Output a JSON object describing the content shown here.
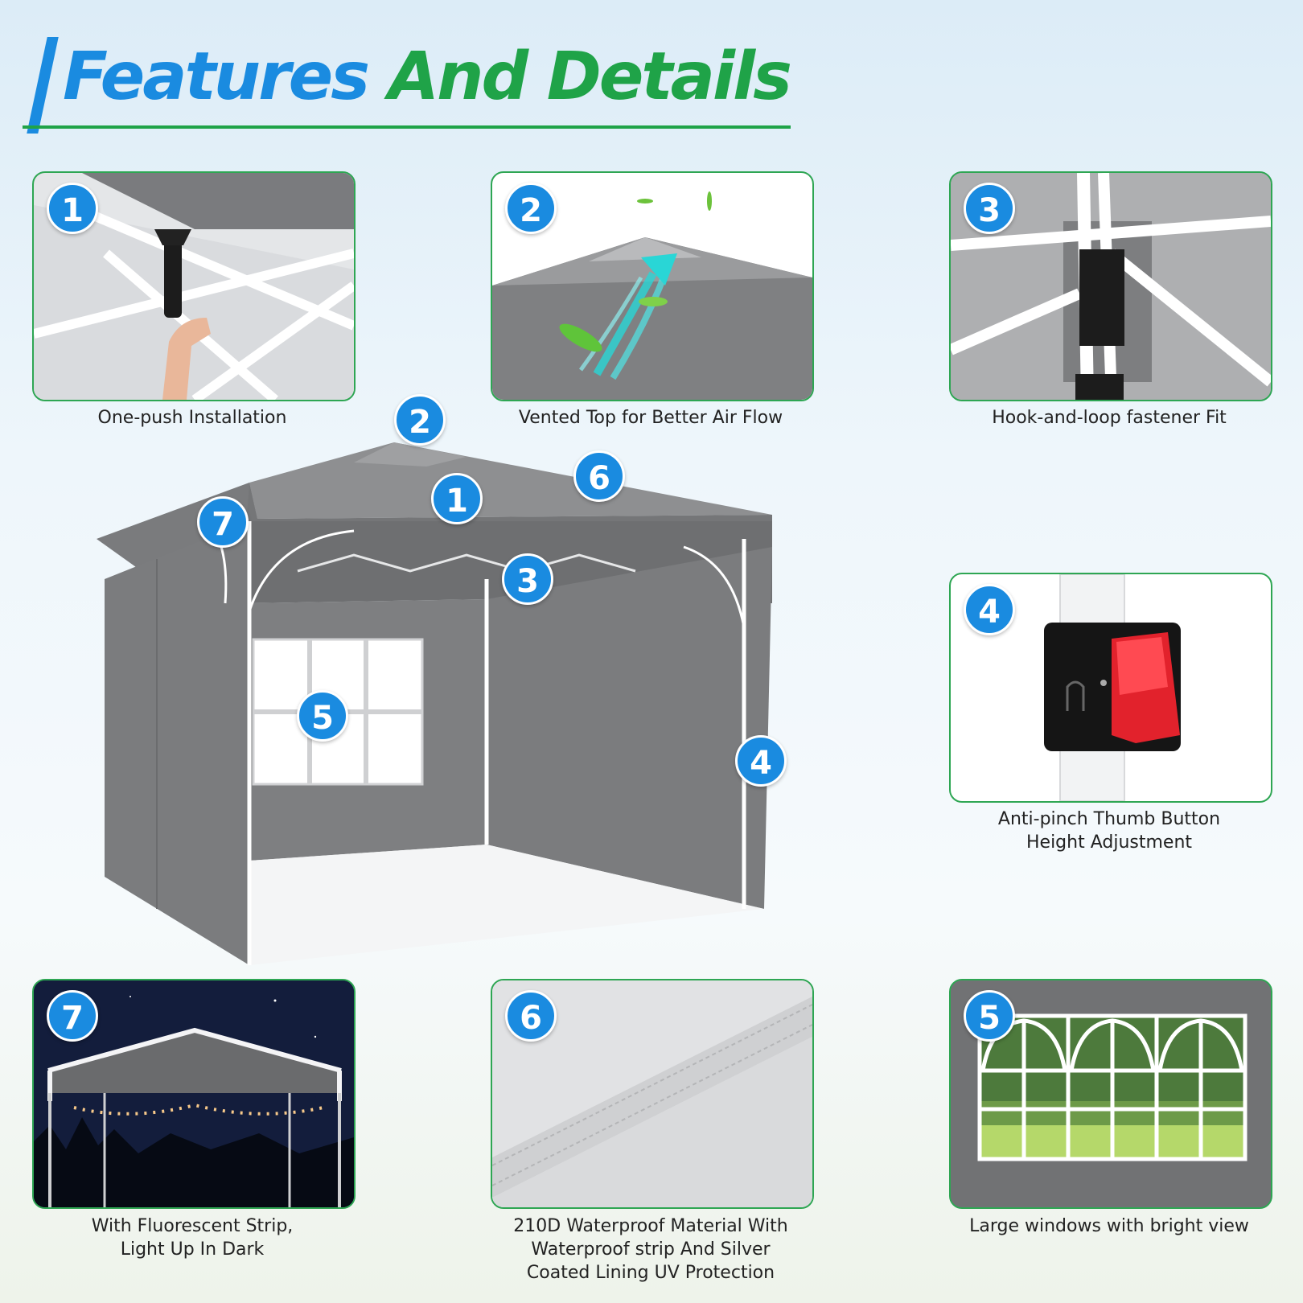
{
  "title": {
    "part1": "Features",
    "part2": "And Details"
  },
  "colors": {
    "accent_blue": "#1a8be0",
    "accent_green": "#1fa348",
    "tent_gray": "#7b7c7e"
  },
  "features": [
    {
      "number": "1",
      "caption_line1": "One-push Installation",
      "caption_line2": ""
    },
    {
      "number": "2",
      "caption_line1": "Vented Top for Better Air Flow",
      "caption_line2": ""
    },
    {
      "number": "3",
      "caption_line1": "Hook-and-loop fastener Fit",
      "caption_line2": ""
    },
    {
      "number": "4",
      "caption_line1": "Anti-pinch Thumb Button",
      "caption_line2": "Height Adjustment"
    },
    {
      "number": "7",
      "caption_line1": "With Fluorescent Strip,",
      "caption_line2": "Light Up In Dark"
    },
    {
      "number": "6",
      "caption_line1": "210D Waterproof Material  With",
      "caption_line2": "Waterproof strip And Silver",
      "caption_line3": "Coated Lining UV Protection"
    },
    {
      "number": "5",
      "caption_line1": "Large windows with bright view",
      "caption_line2": ""
    }
  ],
  "tent_callouts": [
    "2",
    "7",
    "1",
    "6",
    "3",
    "5",
    "4"
  ]
}
